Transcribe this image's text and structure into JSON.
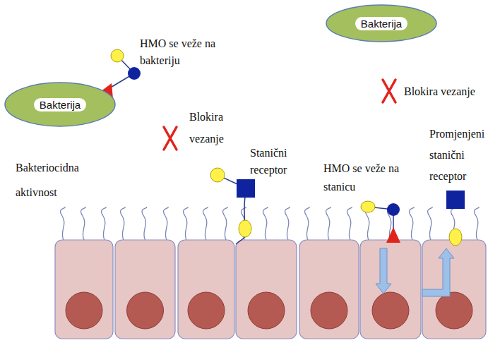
{
  "diagram": {
    "nodes": [
      {
        "text": [
          "Bakterija"
        ]
      },
      {
        "text": [
          "Bakterija"
        ]
      }
    ],
    "labels": [
      "HMO se veže na bakteriju",
      "Blokira vezanje",
      "Blokira vezanje",
      "Bakteriocidna aktivnost",
      "Stanični receptor",
      "HMO se veže na stanicu",
      "Promjenjeni stanični receptor"
    ]
  }
}
